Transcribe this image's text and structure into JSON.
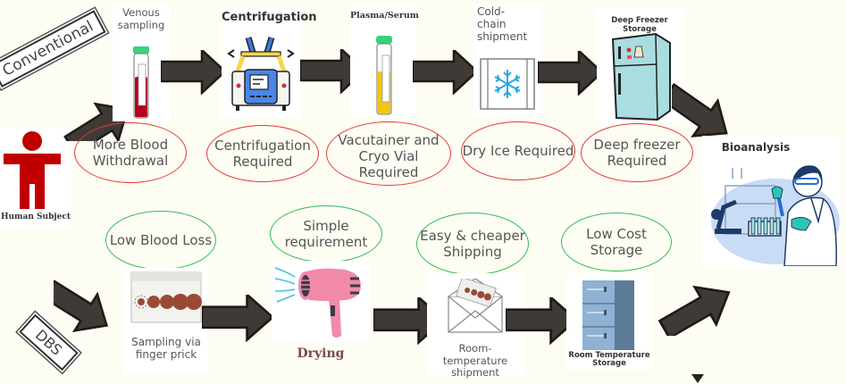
{
  "diagram": {
    "routes": {
      "conventional": "Conventional",
      "dbs": "DBS"
    },
    "subject": {
      "label": "Human Subject",
      "icon": "human-figure-icon"
    },
    "conventional_steps": [
      {
        "title": "Venous sampling",
        "icon": "blood-tube-icon",
        "note": "More Blood Withdrawal"
      },
      {
        "title": "Centrifugation",
        "icon": "centrifuge-icon",
        "note": "Centrifugation Required"
      },
      {
        "title": "Plasma/Serum",
        "icon": "plasma-tube-icon",
        "note": "Vacutainer and Cryo Vial Required"
      },
      {
        "title": "Cold-chain shipment",
        "icon": "snowflake-box-icon",
        "note": "Dry Ice Required"
      },
      {
        "title": "Deep Freezer Storage",
        "icon": "freezer-icon",
        "note": "Deep freezer Required"
      }
    ],
    "dbs_steps": [
      {
        "title": "Sampling via finger prick",
        "icon": "dbs-card-icon",
        "note": "Low Blood Loss"
      },
      {
        "title": "Drying",
        "icon": "hair-dryer-icon",
        "note": "Simple requirement"
      },
      {
        "title": "Room-temperature shipment",
        "icon": "envelope-icon",
        "note": "Easy & cheaper Shipping"
      },
      {
        "title": "Room Temperature Storage",
        "icon": "cabinet-icon",
        "note": "Low Cost Storage"
      }
    ],
    "endpoint": {
      "title": "Bioanalysis",
      "icon": "lab-scientist-icon"
    },
    "colors": {
      "negative": "#e53935",
      "positive": "#2ebd59",
      "arrow": "#403a36",
      "subject": "#c00000"
    }
  }
}
